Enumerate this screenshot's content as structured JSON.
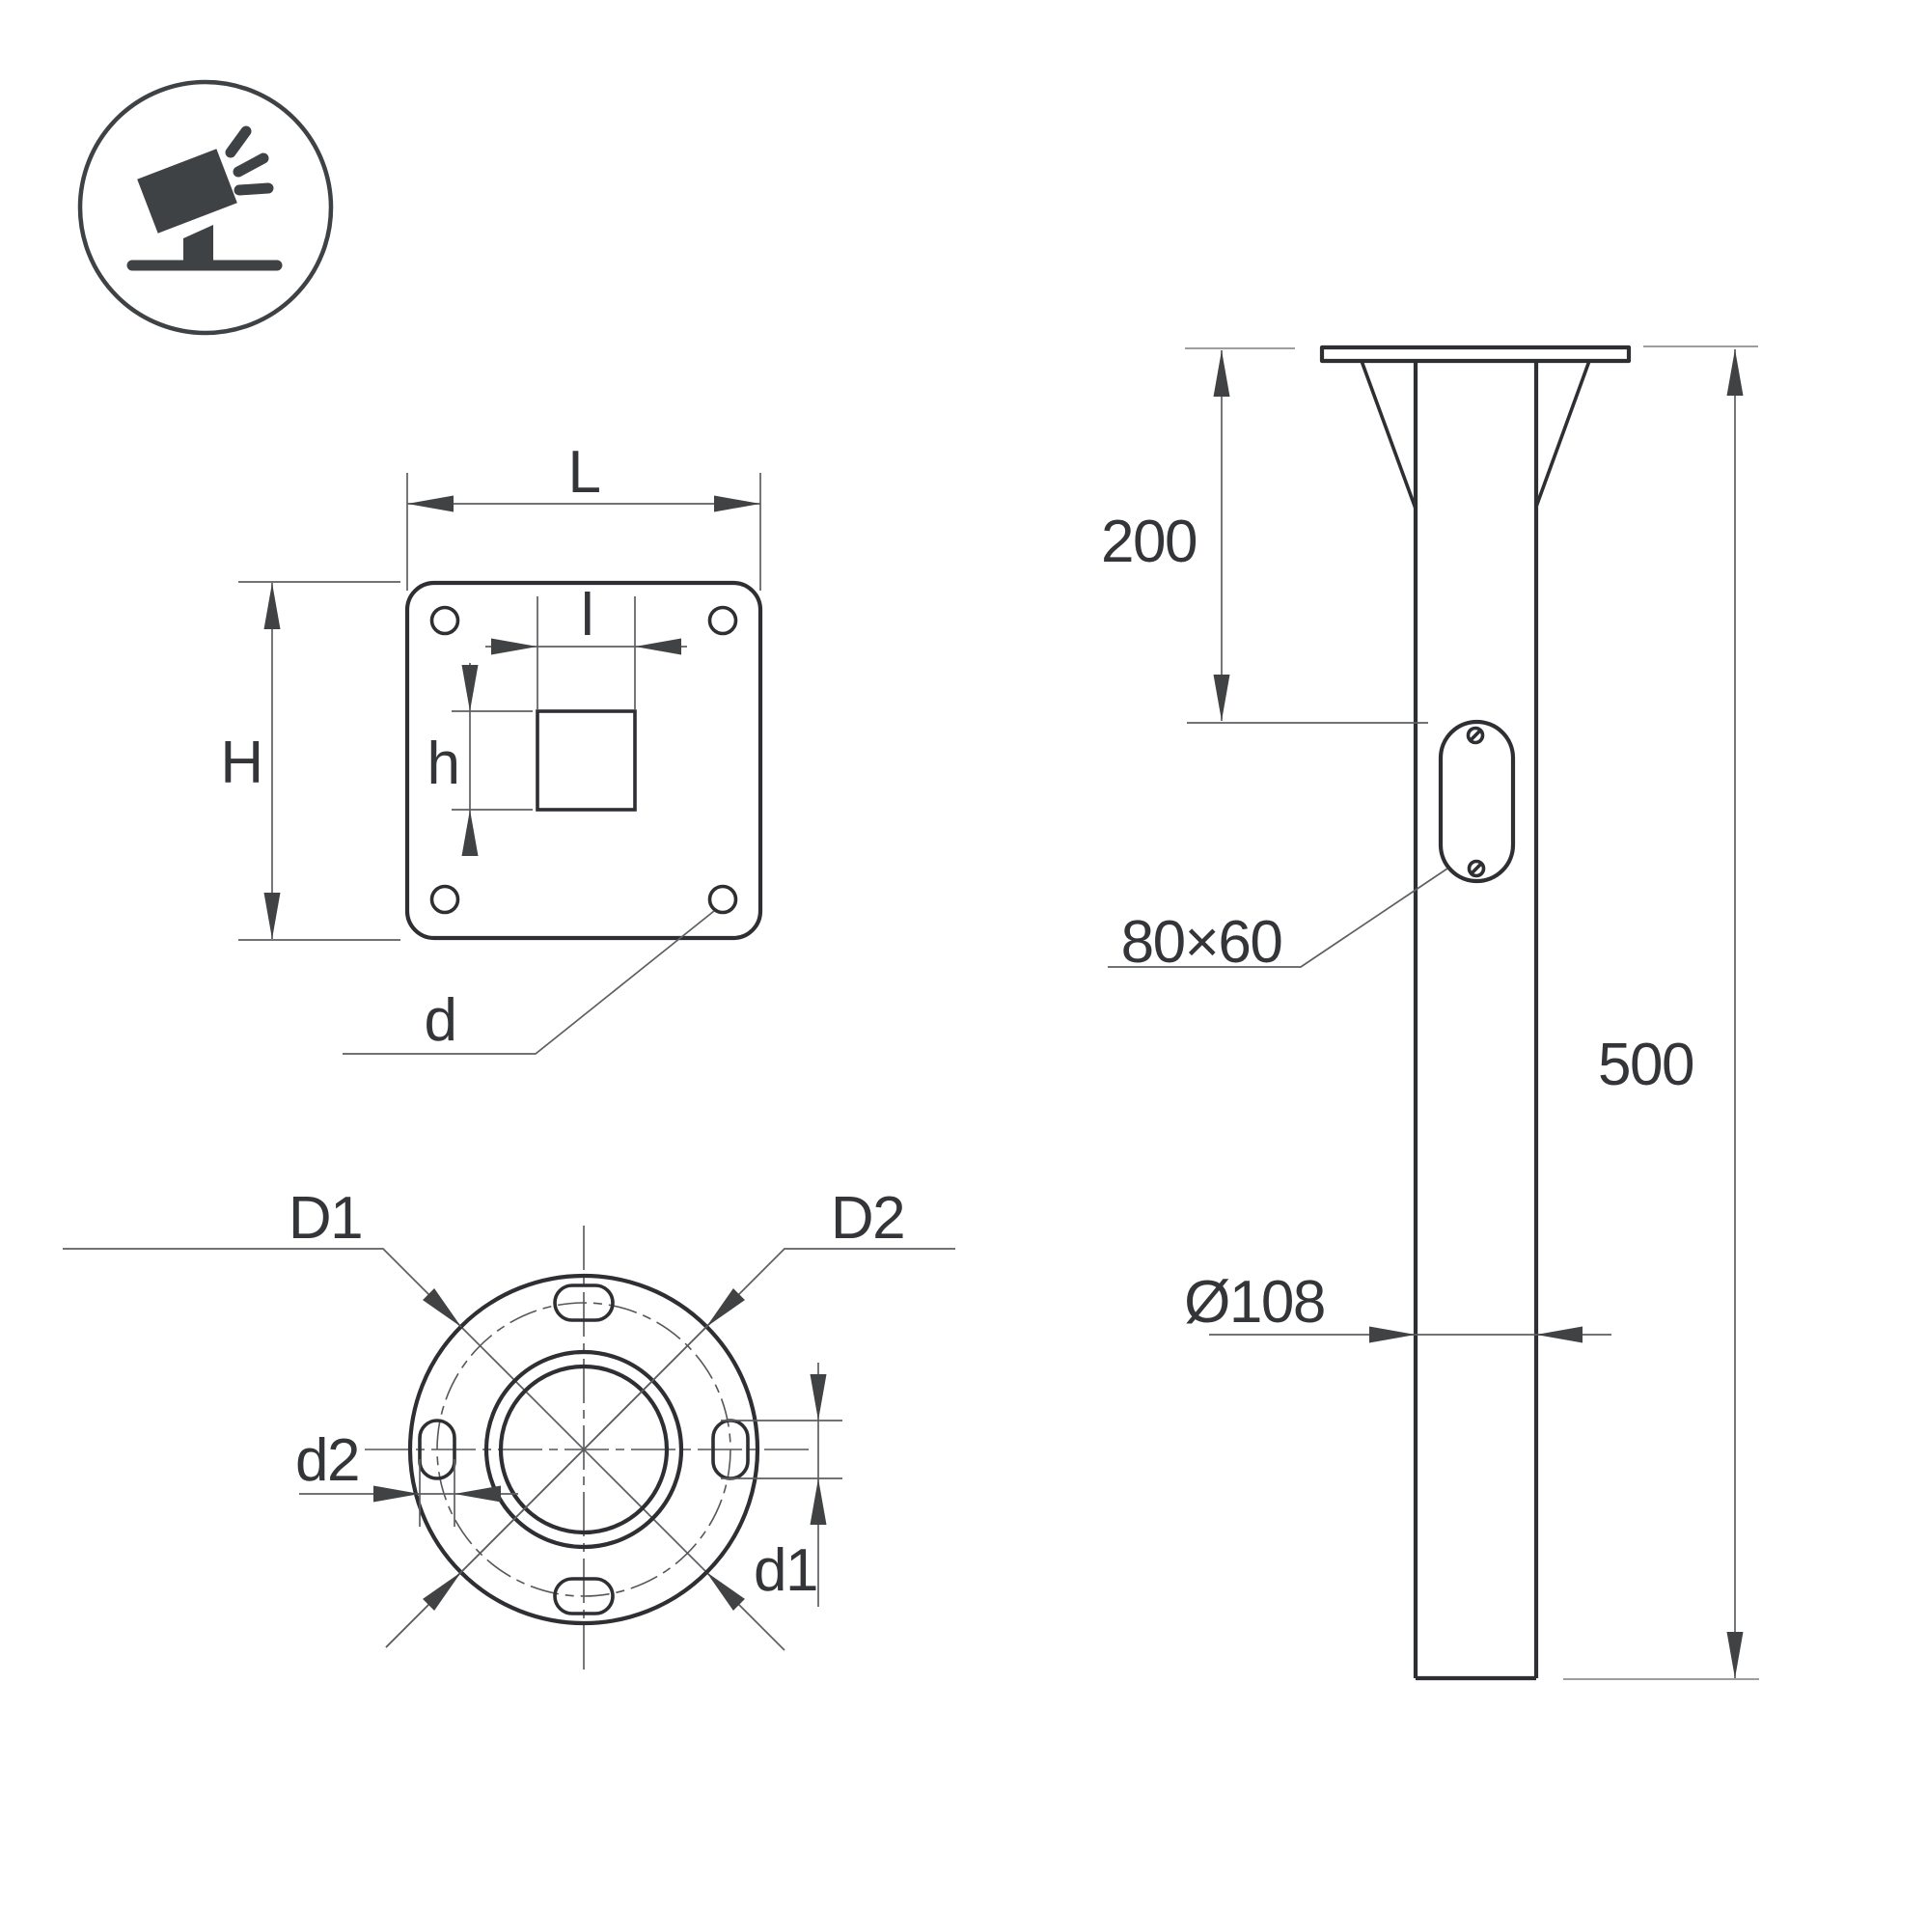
{
  "labels": {
    "L": "L",
    "l": "l",
    "H": "H",
    "h": "h",
    "d": "d",
    "D1": "D1",
    "D2": "D2",
    "d1": "d1",
    "d2": "d2",
    "dim200": "200",
    "dim500": "500",
    "hole80x60": "80×60",
    "dia108": "Ø108"
  },
  "colors": {
    "line": "#2d2f32",
    "dimension": "#5d5f62",
    "arrow": "#404244",
    "text": "#333538",
    "icon": "#3f4245",
    "background": "#ffffff"
  },
  "icon": "tilted-floodlight-on-ground-icon"
}
